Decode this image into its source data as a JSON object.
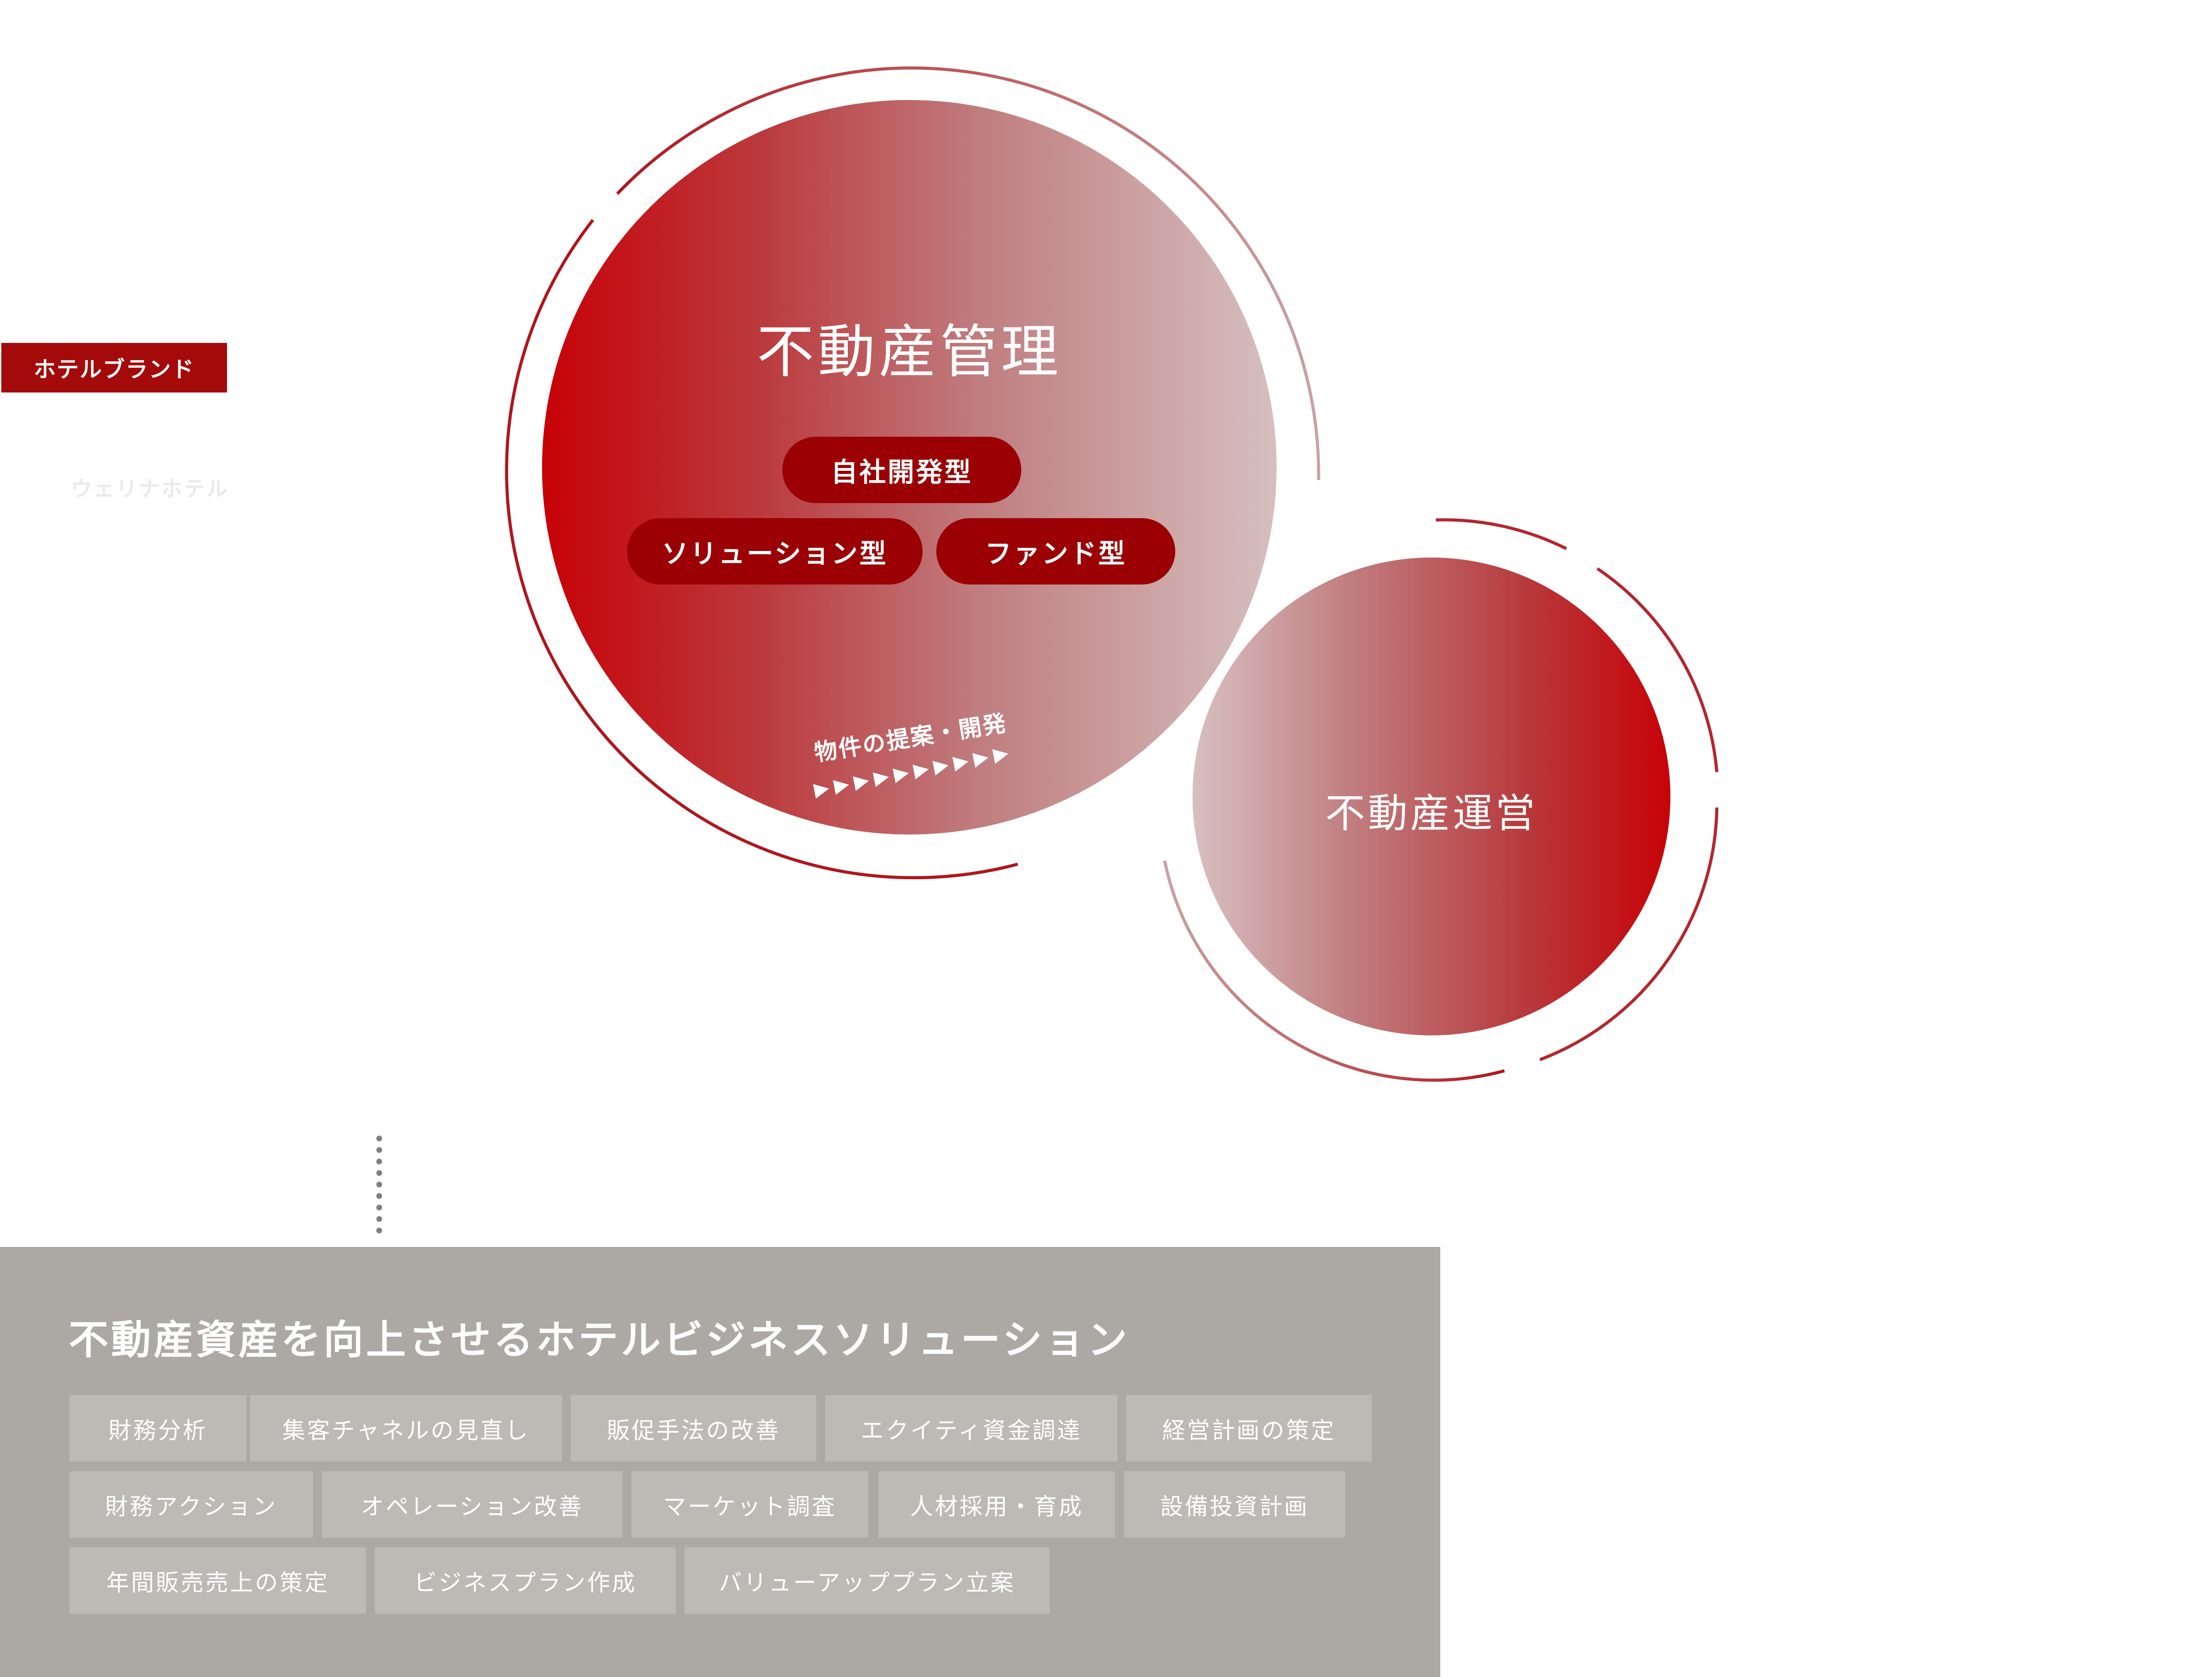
{
  "brand": {
    "tag_label": "ホテルブランド",
    "name": "ウェリナホテル"
  },
  "circle_main": {
    "title": "不動産管理",
    "pills": [
      "自社開発型",
      "ソリューション型",
      "ファンド型"
    ],
    "arrow_text": "物件の提案・開発",
    "arrow_glyphs": "▶▶▶▶▶▶▶▶▶▶"
  },
  "circle_sub": {
    "title": "不動産運営"
  },
  "solutions": {
    "title": "不動産資産を向上させるホテルビジネスソリューション",
    "items": [
      "財務分析",
      "集客チャネルの見直し",
      "販促手法の改善",
      "エクイティ資金調達",
      "経営計画の策定",
      "財務アクション",
      "オペレーション改善",
      "マーケット調査",
      "人材採用・育成",
      "設備投資計画",
      "年間販売売上の策定",
      "ビジネスプラン作成",
      "バリューアッププラン立案"
    ]
  },
  "colors": {
    "brand_red": "#a50a0a",
    "pill_red": "#9a0004",
    "panel_gray": "#aca9a4",
    "tag_gray": "#bdbab6",
    "ring_red": "#b0202a"
  }
}
